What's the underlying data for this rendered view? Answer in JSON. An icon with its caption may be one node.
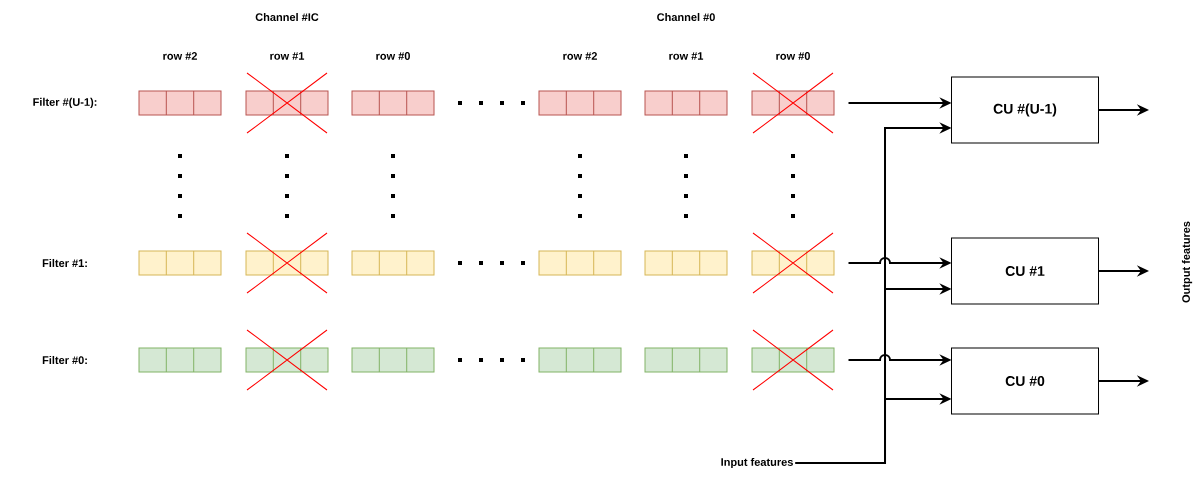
{
  "diagram": {
    "nodes": [
      {
        "text": [],
        "shape": "bar"
      },
      {
        "text": [],
        "shape": "bar"
      },
      {
        "text": [],
        "shape": "bar"
      },
      {
        "text": [],
        "shape": "bar"
      },
      {
        "text": [],
        "shape": "bar"
      },
      {
        "text": [],
        "shape": "bar"
      },
      {
        "text": [],
        "shape": "bar"
      },
      {
        "text": [],
        "shape": "bar"
      },
      {
        "text": [],
        "shape": "bar"
      },
      {
        "text": [],
        "shape": "bar"
      },
      {
        "text": [],
        "shape": "bar"
      },
      {
        "text": [],
        "shape": "bar"
      },
      {
        "text": [],
        "shape": "bar"
      },
      {
        "text": [],
        "shape": "bar"
      },
      {
        "text": [],
        "shape": "bar"
      },
      {
        "text": [],
        "shape": "bar"
      },
      {
        "text": [],
        "shape": "bar"
      },
      {
        "text": [],
        "shape": "bar"
      },
      {
        "text": [
          "CU #(U-1)"
        ]
      },
      {
        "text": [
          "CU #1"
        ]
      },
      {
        "text": [
          "CU #0"
        ]
      },
      {
        "text": [
          "Input features"
        ]
      }
    ],
    "edges": [
      {
        "from": 5,
        "to": 18,
        "arrow": "to"
      },
      {
        "from": 11,
        "to": 19,
        "arrow": "to"
      },
      {
        "from": 17,
        "to": 20,
        "arrow": "to"
      },
      {
        "from": 21,
        "to": 18,
        "arrow": "to"
      },
      {
        "from": 21,
        "to": 19,
        "arrow": "to"
      },
      {
        "from": 21,
        "to": 20,
        "arrow": "to"
      },
      {
        "from": 18,
        "to": null,
        "arrow": "to"
      },
      {
        "from": 19,
        "to": null,
        "arrow": "to"
      },
      {
        "from": 20,
        "to": null,
        "arrow": "to"
      }
    ],
    "labels": [
      "Channel #IC",
      "Channel #0",
      "row #2",
      "row #1",
      "row #0",
      "row #2",
      "row #1",
      "row #0",
      "Filter #(U-1):",
      "Filter #1:",
      "Filter #0:",
      "Output features"
    ]
  }
}
